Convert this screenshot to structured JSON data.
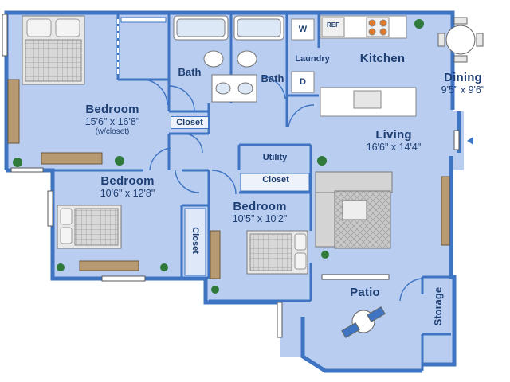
{
  "colors": {
    "floor": "#b9cdf1",
    "wall": "#3e74c2",
    "label": "#1e3f73",
    "cabinet": "#ffffff",
    "wood": "#b89a72"
  },
  "rooms": {
    "bedroom_master": {
      "name": "Bedroom",
      "size": "15'6\" x 16'8\"",
      "note": "(w/closet)"
    },
    "bedroom_2": {
      "name": "Bedroom",
      "size": "10'6\" x 12'8\""
    },
    "bedroom_3": {
      "name": "Bedroom",
      "size": "10'5\" x 10'2\""
    },
    "bath_1": {
      "name": "Bath"
    },
    "bath_2": {
      "name": "Bath"
    },
    "closet_hall": {
      "name": "Closet"
    },
    "closet_bed2": {
      "name": "Closet"
    },
    "closet_utility": {
      "name": "Closet"
    },
    "utility": {
      "name": "Utility"
    },
    "laundry": {
      "name": "Laundry"
    },
    "kitchen": {
      "name": "Kitchen"
    },
    "dining": {
      "name": "Dining",
      "size": "9'5\" x 9'6\""
    },
    "living": {
      "name": "Living",
      "size": "16'6\" x 14'4\""
    },
    "patio": {
      "name": "Patio"
    },
    "storage": {
      "name": "Storage"
    }
  },
  "appliances": {
    "washer": "W",
    "dryer": "D",
    "fridge": "REF"
  }
}
